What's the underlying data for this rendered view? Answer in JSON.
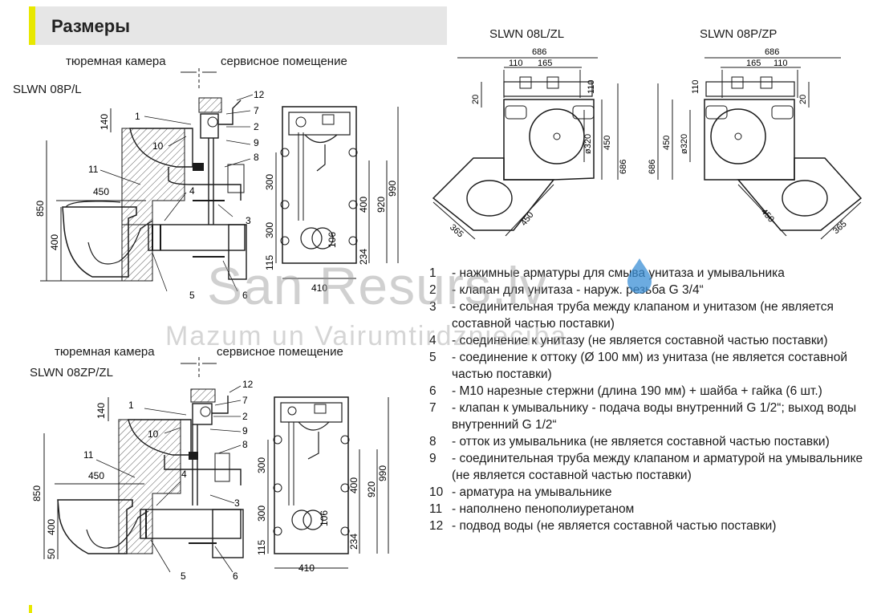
{
  "header": {
    "title": "Размеры"
  },
  "top_section": {
    "label_left": "тюремная камера",
    "label_right": "сервисное помещение",
    "model": "SLWN 08P/L"
  },
  "bottom_section": {
    "label_left": "тюремная камера",
    "label_right": "сервисное помещение",
    "model": "SLWN 08ZP/ZL"
  },
  "plans": {
    "left_title": "SLWN 08L/ZL",
    "right_title": "SLWN 08P/ZP"
  },
  "dims_side": {
    "h140": "140",
    "h850": "850",
    "h400": "400",
    "w450": "450",
    "h50": "50",
    "c1": "1",
    "c2": "2",
    "c3": "3",
    "c4": "4",
    "c5": "5",
    "c6": "6",
    "c7": "7",
    "c8": "8",
    "c9": "9",
    "c10": "10",
    "c11": "11",
    "c12": "12"
  },
  "dims_front": {
    "h300a": "300",
    "h300b": "300",
    "h115": "115",
    "h400": "400",
    "h106": "106",
    "h234": "234",
    "h920": "920",
    "h990": "990",
    "w410": "410"
  },
  "dims_plan": {
    "w686": "686",
    "w110": "110",
    "w165": "165",
    "h20": "20",
    "h110": "110",
    "d320": "ø320",
    "h450": "450",
    "h686": "686",
    "d365": "365",
    "d450": "450"
  },
  "legend": [
    {
      "num": "1",
      "text": "- нажимные арматуры для смыва унитаза и умывальника"
    },
    {
      "num": "2",
      "text": "- клапан для унитаза - наруж. резьба G 3/4“"
    },
    {
      "num": "3",
      "text": "- соединительная труба между клапаном и унитазом (не является составной частью поставки)"
    },
    {
      "num": "4",
      "text": "- соединение к унитазу (не является составной частью поставки)"
    },
    {
      "num": "5",
      "text": "- соединение к оттоку (Ø 100 мм) из унитаза (не является составной частью поставки)"
    },
    {
      "num": "6",
      "text": "- M10 нарезные стержни (длина 190 мм) + шайба + гайка (6 шт.)"
    },
    {
      "num": "7",
      "text": "- клапан к умывальнику - подача воды внутренний G 1/2“; выход воды внутренний G 1/2“"
    },
    {
      "num": "8",
      "text": "- отток из умывальника (не является составной частью поставки)"
    },
    {
      "num": "9",
      "text": "- соединительная труба между клапаном и арматурой на умывальнике (не является составной частью поставки)"
    },
    {
      "num": "10",
      "text": "- арматура на умывальнике"
    },
    {
      "num": "11",
      "text": "- наполнено пенополиуретаном"
    },
    {
      "num": "12",
      "text": "- подвод воды (не является составной частью поставки)"
    }
  ],
  "watermark": {
    "line1": "San Resurs.lv",
    "line2": "Mazum un Vairumtirdzniecība"
  },
  "colors": {
    "accent": "#e8e800",
    "header_bg": "#e6e6e6",
    "line": "#1a1a1a",
    "hatch": "#555555"
  }
}
